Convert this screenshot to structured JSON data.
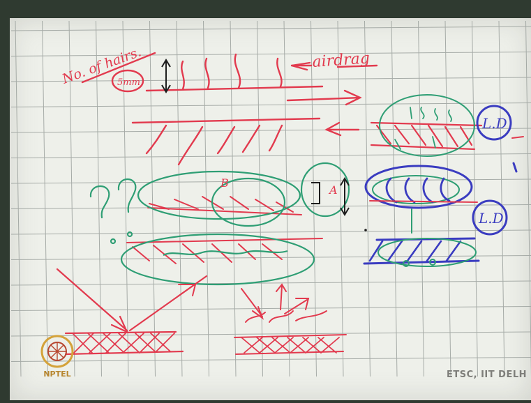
{
  "drawing": {
    "label_hairs": "No. of hairs.",
    "label_5mm": "5mm",
    "label_airdrag": "airdrag",
    "label_ld_top": "L.D",
    "label_ld_bottom": "L.D",
    "label_A": "A",
    "label_B": "B",
    "question_marks": "??",
    "ink_colors": {
      "red": "#e23a4e",
      "green": "#2e9e74",
      "blue": "#3a3cc0",
      "black": "#1e1e1e"
    }
  },
  "logo": {
    "text": "NPTEL"
  },
  "footer": {
    "credit": "ETSC, IIT DELH"
  }
}
